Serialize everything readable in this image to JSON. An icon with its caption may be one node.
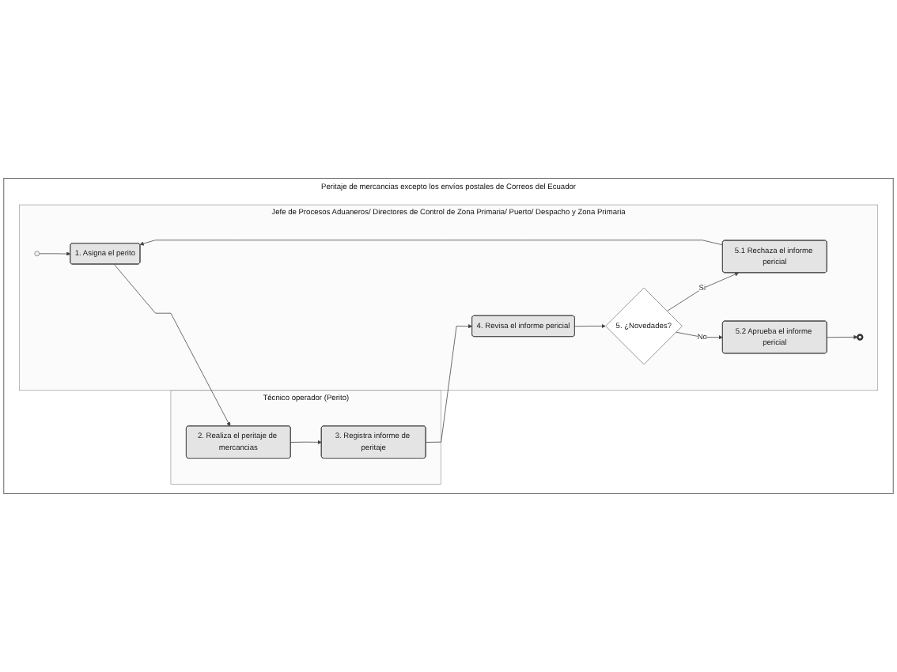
{
  "diagram": {
    "nodes": [
      {
        "text": [
          "Peritaje de mercancias excepto los envíos postales de Correos del Ecuador"
        ]
      },
      {
        "text": [
          "Jefe de Procesos Aduaneros/ Directores de Control de Zona Primaria/ Puerto/ Despacho y Zona Primaria"
        ],
        "in": 0
      },
      {
        "text": [],
        "shape": "circle",
        "in": 1
      },
      {
        "text": [
          "1. Asigna el perito"
        ],
        "in": 1
      },
      {
        "text": [
          "4. Revisa el informe pericial"
        ],
        "in": 1
      },
      {
        "text": [
          "5. ¿Novedades?"
        ],
        "in": 1
      },
      {
        "text": [
          "5.1 Rechaza el informe pericial"
        ],
        "in": 1
      },
      {
        "text": [
          "5.2 Aprueba el informe pericial"
        ],
        "in": 1
      },
      {
        "text": [],
        "shape": "circle",
        "in": 1
      },
      {
        "text": [
          "Técnico operador (Perito)"
        ],
        "in": 0
      },
      {
        "text": [
          "2. Realiza el peritaje de mercancias"
        ],
        "in": 9
      },
      {
        "text": [
          "3. Registra informe de peritaje"
        ],
        "in": 9
      }
    ],
    "edges": [
      {
        "from": 2,
        "to": 3,
        "arrow": "to"
      },
      {
        "from": 3,
        "to": 10,
        "arrow": "to"
      },
      {
        "from": 10,
        "to": 11,
        "arrow": "to"
      },
      {
        "from": 11,
        "to": 4,
        "arrow": "to"
      },
      {
        "from": 4,
        "to": 5,
        "arrow": "to"
      },
      {
        "from": 5,
        "to": 6,
        "arrow": "to",
        "label": "Si"
      },
      {
        "from": 5,
        "to": 7,
        "arrow": "to",
        "label": "No"
      },
      {
        "from": 6,
        "to": 3,
        "arrow": "to"
      },
      {
        "from": 7,
        "to": 8,
        "arrow": "to"
      }
    ]
  }
}
